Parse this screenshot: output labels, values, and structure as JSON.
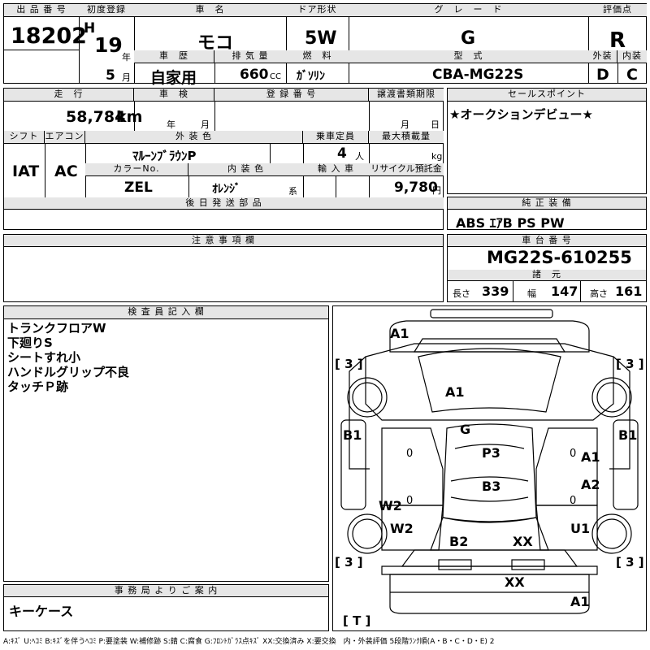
{
  "header": {
    "lot_no_label": "出 品 番 号",
    "lot_no": "18202",
    "first_reg_label": "初度登録",
    "era": "H",
    "year": "19",
    "year_unit": "年",
    "month": "5",
    "month_unit": "月",
    "car_name_label": "車　名",
    "car_name": "モコ",
    "door_label": "ドア形状",
    "door": "5W",
    "grade_label": "グ　レ　ー　ド",
    "grade": "G",
    "score_label": "評価点",
    "score": "R",
    "history_label": "車　歴",
    "history": "自家用",
    "displacement_label": "排 気 量",
    "displacement": "660",
    "displacement_unit": "CC",
    "fuel_label": "燃　料",
    "fuel": "ｶﾞｿﾘﾝ",
    "model_label": "型　式",
    "model": "CBA-MG22S",
    "ext_label": "外装",
    "ext": "D",
    "int_label": "内装",
    "int": "C"
  },
  "row2": {
    "mileage_label": "走　行",
    "mileage": "58,784",
    "mileage_unit": "km",
    "inspection_label": "車　検",
    "inspection_year_unit": "年",
    "inspection_month_unit": "月",
    "reg_no_label": "登 録 番 号",
    "transfer_label": "譲渡書類期限",
    "transfer_month_unit": "月",
    "transfer_day_unit": "日",
    "shift_label": "シフト",
    "shift": "IAT",
    "ac_label": "エアコン",
    "ac": "AC",
    "ext_color_label": "外 装 色",
    "ext_color": "ﾏﾙｰﾝﾌﾞﾗｳﾝP",
    "capacity_label": "乗車定員",
    "capacity": "4",
    "capacity_unit": "人",
    "load_label": "最大積載量",
    "load_unit": "kg",
    "color_no_label": "カラーNo.",
    "color_no": "ZEL",
    "int_color_label": "内 装 色",
    "int_color": "ｵﾚﾝｼﾞ",
    "int_color_suffix": "系",
    "import_label": "輸 入 車",
    "recycle_label": "リサイクル預託金",
    "recycle": "9,780",
    "recycle_unit": "円",
    "later_parts_label": "後 日 発 送 部 品"
  },
  "sales_point": {
    "label": "セールスポイント",
    "text": "★オークションデビュー★"
  },
  "equipment": {
    "label": "純 正 装 備",
    "text": "ABS ｴｱB PS PW"
  },
  "notes": {
    "label": "注 意 事 項 欄"
  },
  "chassis": {
    "label": "車 台 番 号",
    "number": "MG22S-610255",
    "dims_label": "諸　元",
    "length_label": "長さ",
    "length": "339",
    "width_label": "幅",
    "width": "147",
    "height_label": "高さ",
    "height": "161"
  },
  "inspector": {
    "label": "検 査 員 記 入 欄",
    "lines": [
      "トランクフロアW",
      "下廻りS",
      "シートすれ小",
      "ハンドルグリップ不良",
      "タッチＰ跡"
    ]
  },
  "office": {
    "label": "事 務 局 よ り ご 案 内",
    "text": "キーケース"
  },
  "diagram": {
    "marks": [
      "A1",
      "A1",
      "G",
      "B1",
      "B1",
      "P3",
      "A1",
      "A2",
      "B3",
      "W2",
      "W2",
      "U1",
      "B2",
      "XX",
      "XX",
      "A1"
    ],
    "tires": [
      "[ 3 ]",
      "[ 3 ]",
      "[ 3 ]",
      "[ 3 ]",
      "[ T ]"
    ],
    "zero": "0"
  },
  "legend": "A:ｷｽﾞ U:ﾍｺﾐ B:ｷｽﾞを伴うﾍｺﾐ P:要塗装 W:補修跡 S:錆 C:腐食 G:ﾌﾛﾝﾄｶﾞﾗｽ点ｷｽﾞ XX:交換済み X:要交換　内・外装評価 5段階ﾗﾝｸ順(A・B・C・D・E) 2"
}
